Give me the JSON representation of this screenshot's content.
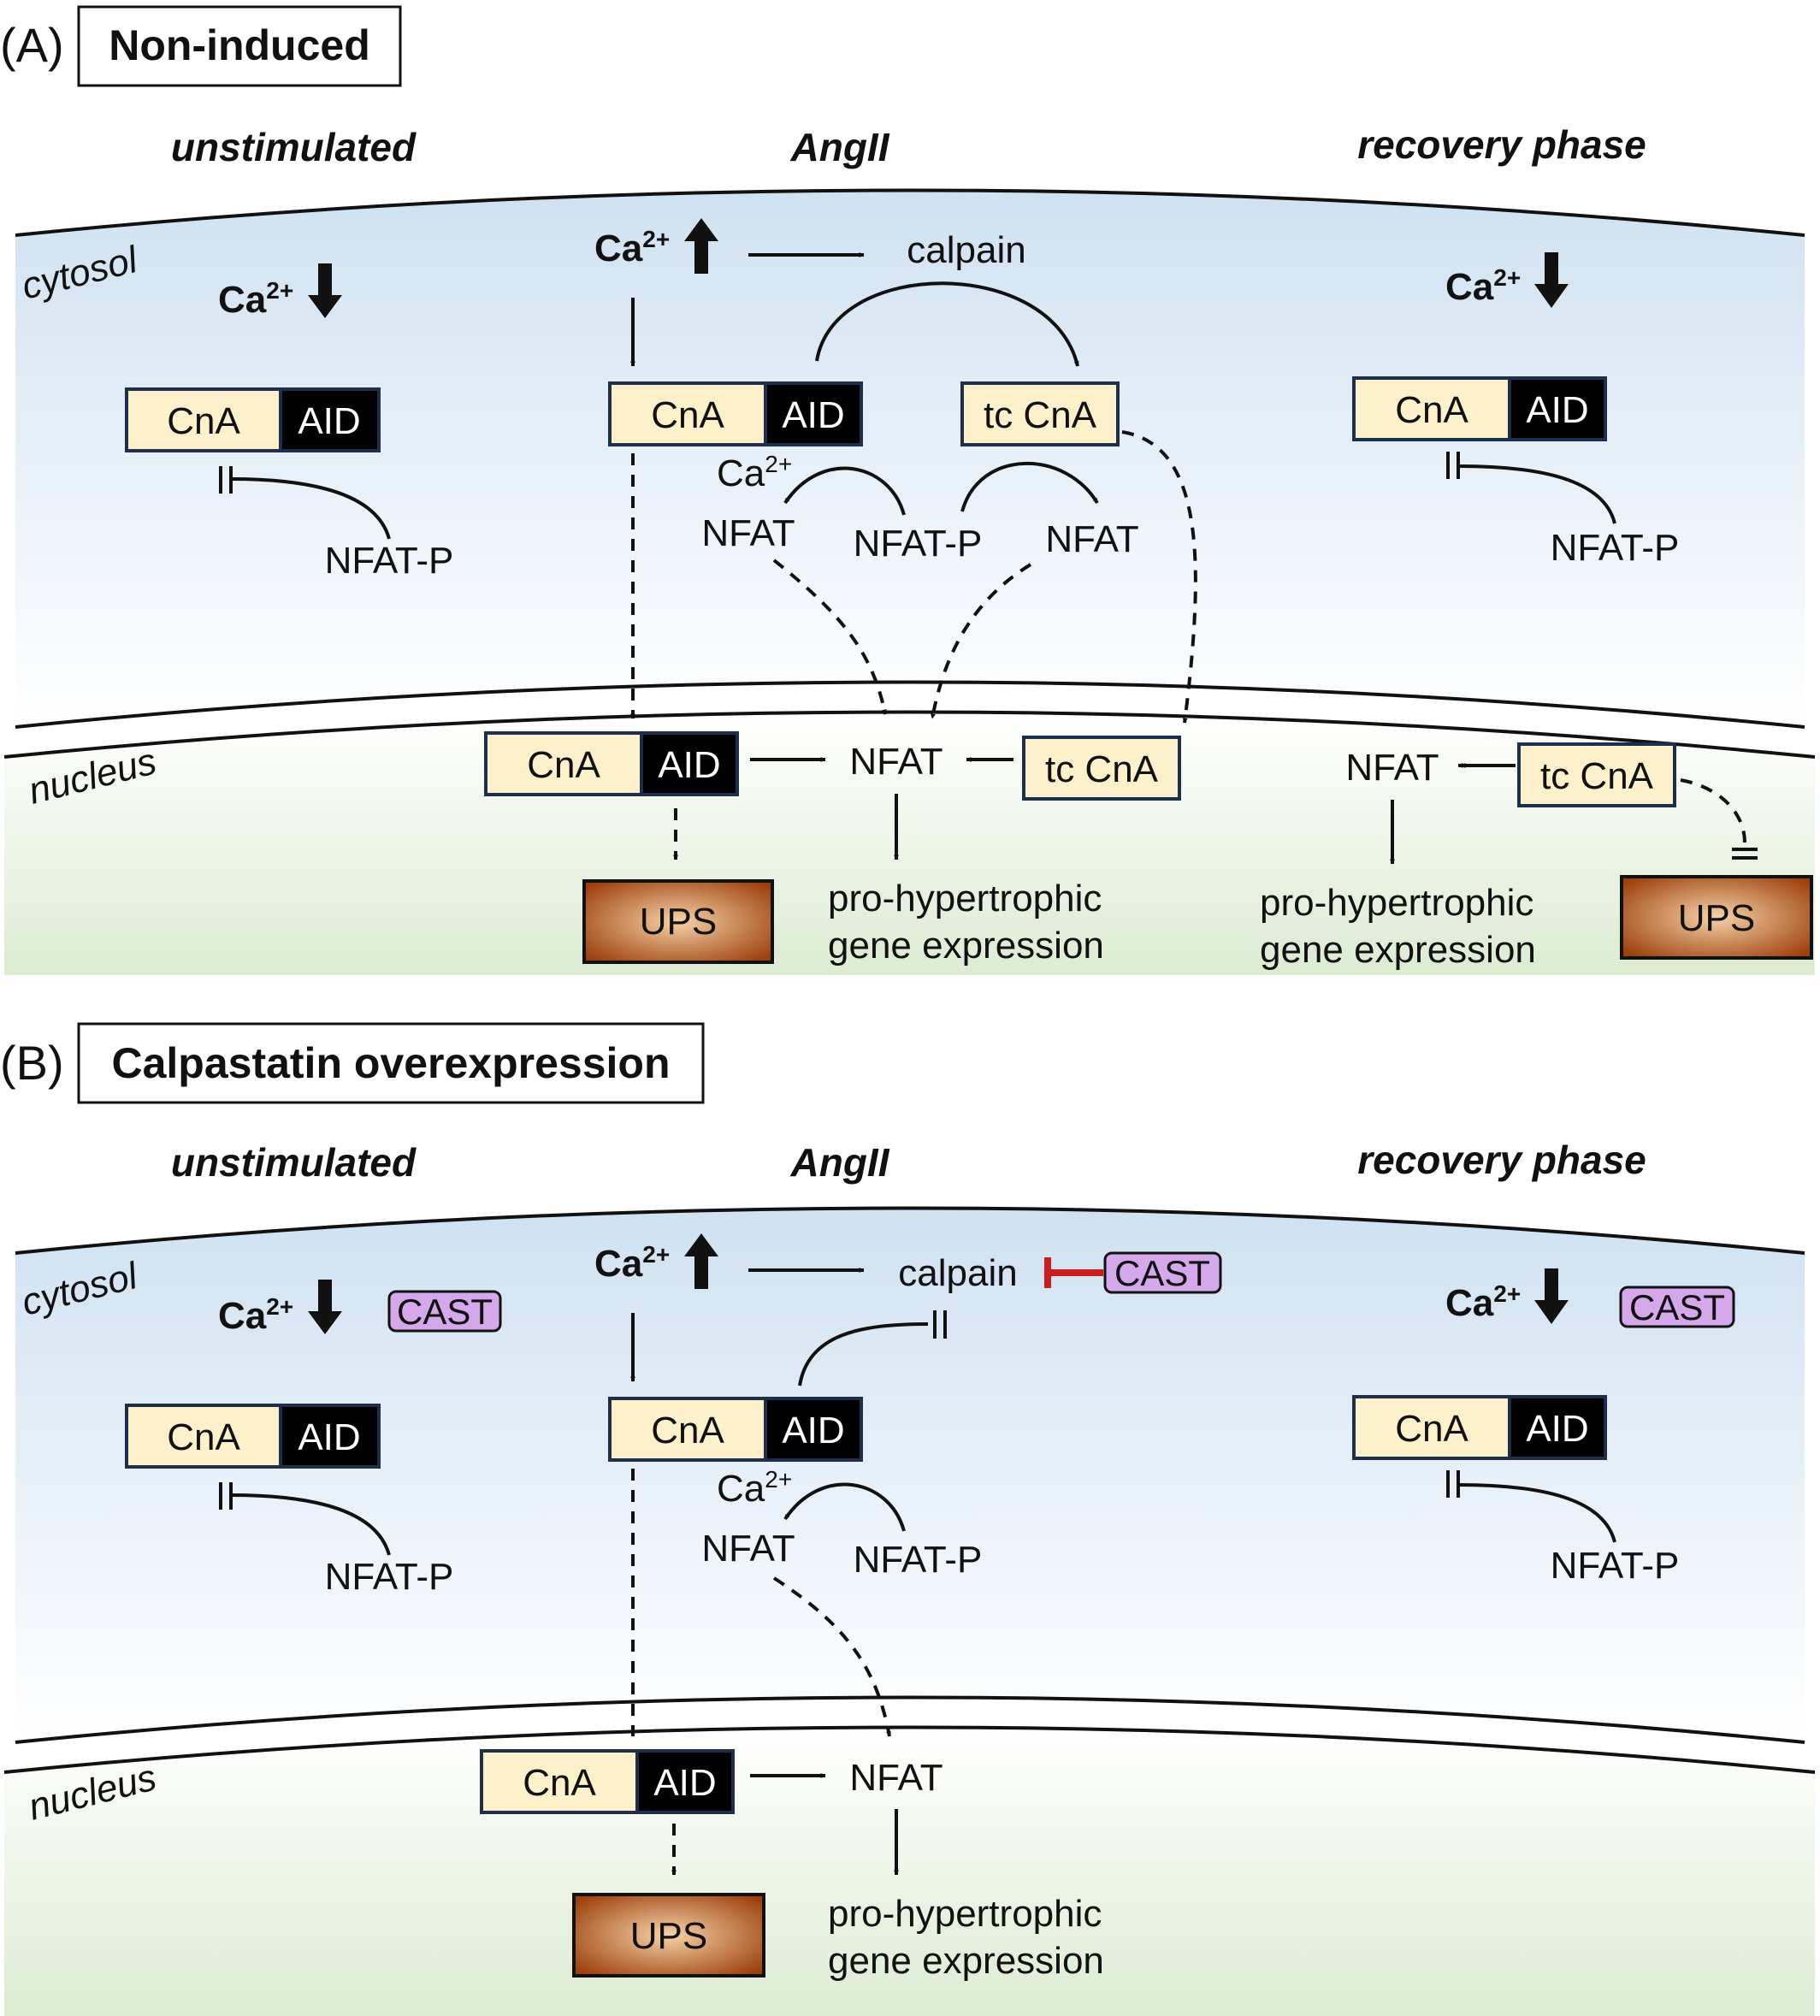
{
  "panel_a": {
    "label": "(A)",
    "title": "Non-induced",
    "phases": {
      "left": "unstimulated",
      "middle": "AngII",
      "right": "recovery phase"
    },
    "compartments": {
      "cytosol": "cytosol",
      "nucleus": "nucleus"
    }
  },
  "panel_b": {
    "label": "(B)",
    "title": "Calpastatin overexpression",
    "phases": {
      "left": "unstimulated",
      "middle": "AngII",
      "right": "recovery phase"
    },
    "compartments": {
      "cytosol": "cytosol",
      "nucleus": "nucleus"
    }
  },
  "terms": {
    "ca": "Ca",
    "ca_charge": "2+",
    "calpain": "calpain",
    "cna": "CnA",
    "aid": "AID",
    "tc_cna": "tc CnA",
    "nfat": "NFAT",
    "nfat_p": "NFAT-P",
    "ups": "UPS",
    "cast": "CAST",
    "expr_line1": "pro-hypertrophic",
    "expr_line2": "gene expression"
  },
  "colors": {
    "cytosol_top": "#cfe1f1",
    "nucleus_bottom": "#dcebd2",
    "cna_box": "#fdf1cc",
    "box_border": "#1f2e4a",
    "aid_box": "#000000",
    "ups_center": "#f6d2a8",
    "ups_edge": "#9c3f0b",
    "cast_box": "#d4a8ea",
    "inhibition_red": "#c81e1e"
  }
}
